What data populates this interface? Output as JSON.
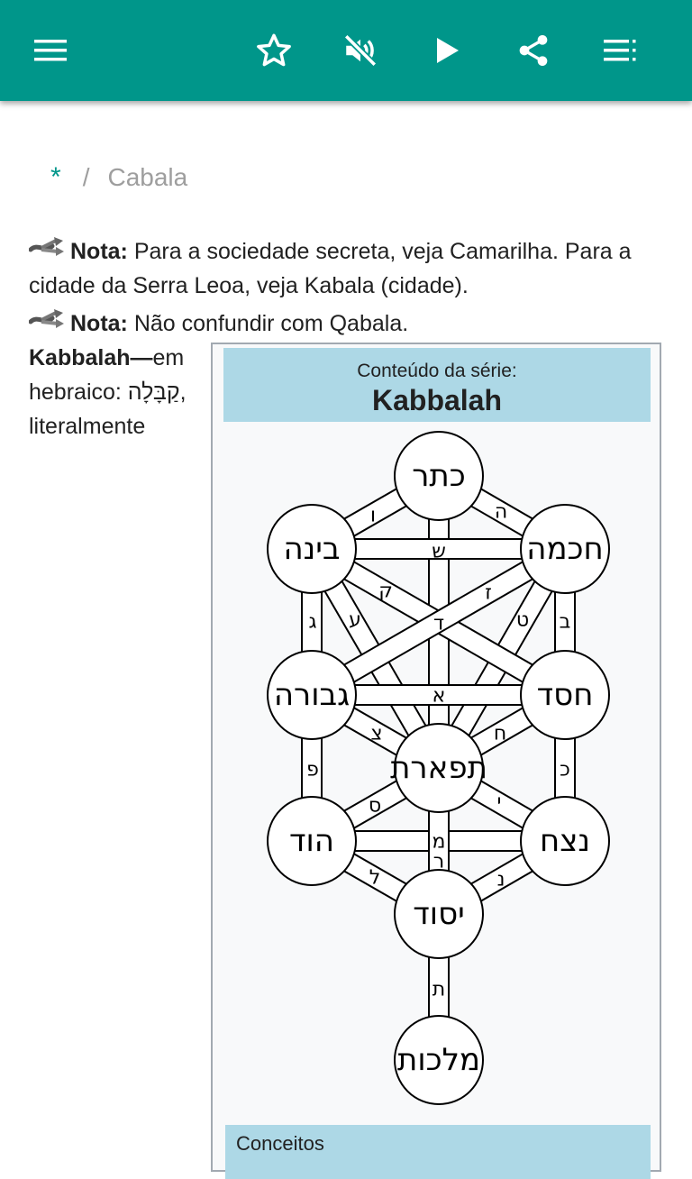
{
  "toolbar": {
    "icons": [
      "menu-icon",
      "star-icon",
      "volume-off-icon",
      "play-icon",
      "share-icon",
      "playlist-icon"
    ],
    "color": "#00968a"
  },
  "breadcrumb": {
    "home": "*",
    "separator": "/",
    "current": "Cabala"
  },
  "notes": [
    {
      "label": "Nota:",
      "text": " Para a sociedade secreta, veja Camarilha. Para a cidade da Serra Leoa, veja Kabala (cidade)."
    },
    {
      "label": "Nota:",
      "text": " Não confundir com Qabala."
    }
  ],
  "intro": {
    "bold": "Kabbalah—",
    "text1": "em hebraico: ",
    "hebrew": "קַבָּלָה",
    "text2": ", literalmente"
  },
  "infobox": {
    "subtitle": "Conteúdo da série:",
    "title": "Kabbalah",
    "section": "Conceitos",
    "sefirot": {
      "keter": "כתר",
      "binah": "בינה",
      "chokhmah": "חכמה",
      "gevurah": "גבורה",
      "chesed": "חסד",
      "tiferet": "תפארת",
      "hod": "הוד",
      "netzach": "נצח",
      "yesod": "יסוד",
      "malkhut": "מלכות"
    },
    "paths": {
      "vav": "ו",
      "he": "ה",
      "shin": "ש",
      "qof": "ק",
      "zayin": "ז",
      "dalet": "ד",
      "gimel": "ג",
      "ayin": "ע",
      "tet": "ט",
      "bet": "ב",
      "alef": "א",
      "tsadi": "צ",
      "chet": "ח",
      "pe": "פ",
      "kaf": "כ",
      "samekh": "ס",
      "yod": "י",
      "mem": "מ",
      "resh": "ר",
      "lamed": "ל",
      "nun": "נ",
      "tav": "ת"
    }
  }
}
